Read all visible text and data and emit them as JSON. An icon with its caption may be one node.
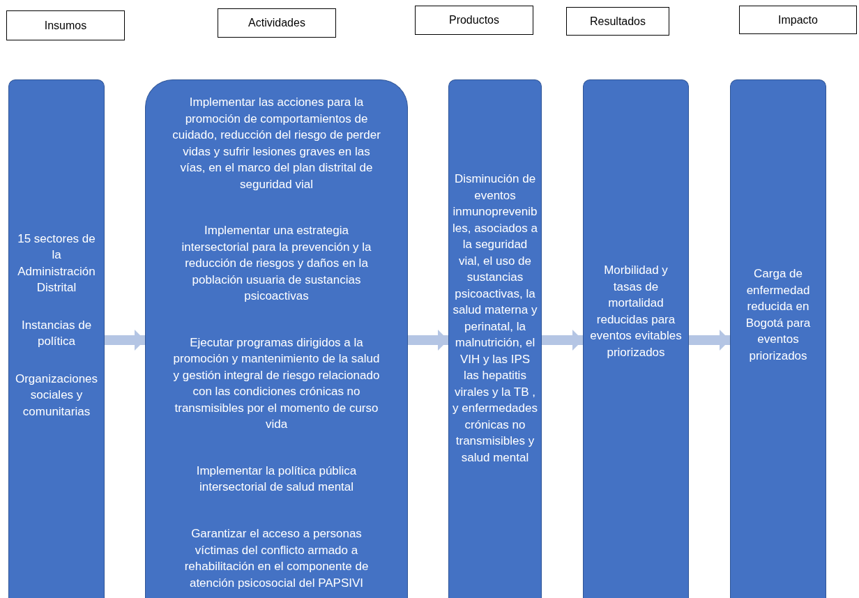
{
  "diagram": {
    "nodes": [
      {
        "text": [
          "Insumos"
        ]
      },
      {
        "text": [
          "Actividades"
        ]
      },
      {
        "text": [
          "Productos"
        ]
      },
      {
        "text": [
          "Resultados"
        ]
      },
      {
        "text": [
          "Impacto"
        ]
      },
      {
        "text": [
          "15 sectores de la Administración Distrital",
          "Instancias de política",
          "Organizaciones sociales y comunitarias"
        ]
      },
      {
        "text": [
          "Implementar las acciones para la promoción de comportamientos de cuidado, reducción del riesgo de perder vidas y sufrir lesiones graves en las vías, en el marco del plan distrital de seguridad vial",
          "Implementar una estrategia intersectorial para la prevención y la reducción de riesgos y daños en la población usuaria de sustancias psicoactivas",
          "Ejecutar programas dirigidos a la promoción y mantenimiento de la salud y gestión integral de riesgo relacionado con las condiciones crónicas no transmisibles por el momento de curso vida",
          "Implementar la política pública intersectorial de salud mental",
          "Garantizar el acceso a personas víctimas del conflicto armado a rehabilitación en el componente de atención psicosocial del PAPSIVI"
        ]
      },
      {
        "text": [
          "Disminución de eventos inmunoprevenibles, asociados a la seguridad vial, el uso de sustancias psicoactivas, la salud materna y perinatal, la malnutrición, el VIH y las IPS las hepatitis virales y la TB , y enfermedades crónicas no transmisibles y salud mental"
        ]
      },
      {
        "text": [
          "Morbilidad y tasas de mortalidad reducidas para eventos evitables priorizados"
        ]
      },
      {
        "text": [
          "Carga de enfermedad reducida en Bogotá para eventos priorizados"
        ]
      }
    ],
    "edges": [
      {
        "from": 5,
        "to": 6,
        "arrow": "to"
      },
      {
        "from": 6,
        "to": 7,
        "arrow": "to"
      },
      {
        "from": 7,
        "to": 8,
        "arrow": "to"
      },
      {
        "from": 8,
        "to": 9,
        "arrow": "to"
      }
    ]
  }
}
